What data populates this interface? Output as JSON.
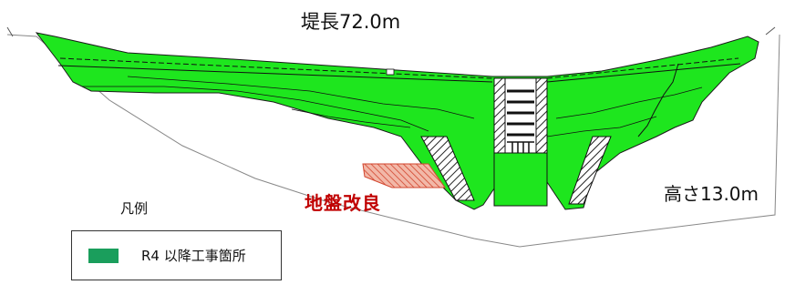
{
  "diagram": {
    "title": "堤長72.0m",
    "height_label": "高さ13.0m",
    "improvement_label": "地盤改良",
    "legend": {
      "title": "凡例",
      "item_label": "R4 以降工事箇所",
      "item_color": "#1a9e5c"
    },
    "colors": {
      "construction_fill": "#1ee61e",
      "improvement_fill": "#e8806a",
      "hatch": "#222222"
    }
  }
}
